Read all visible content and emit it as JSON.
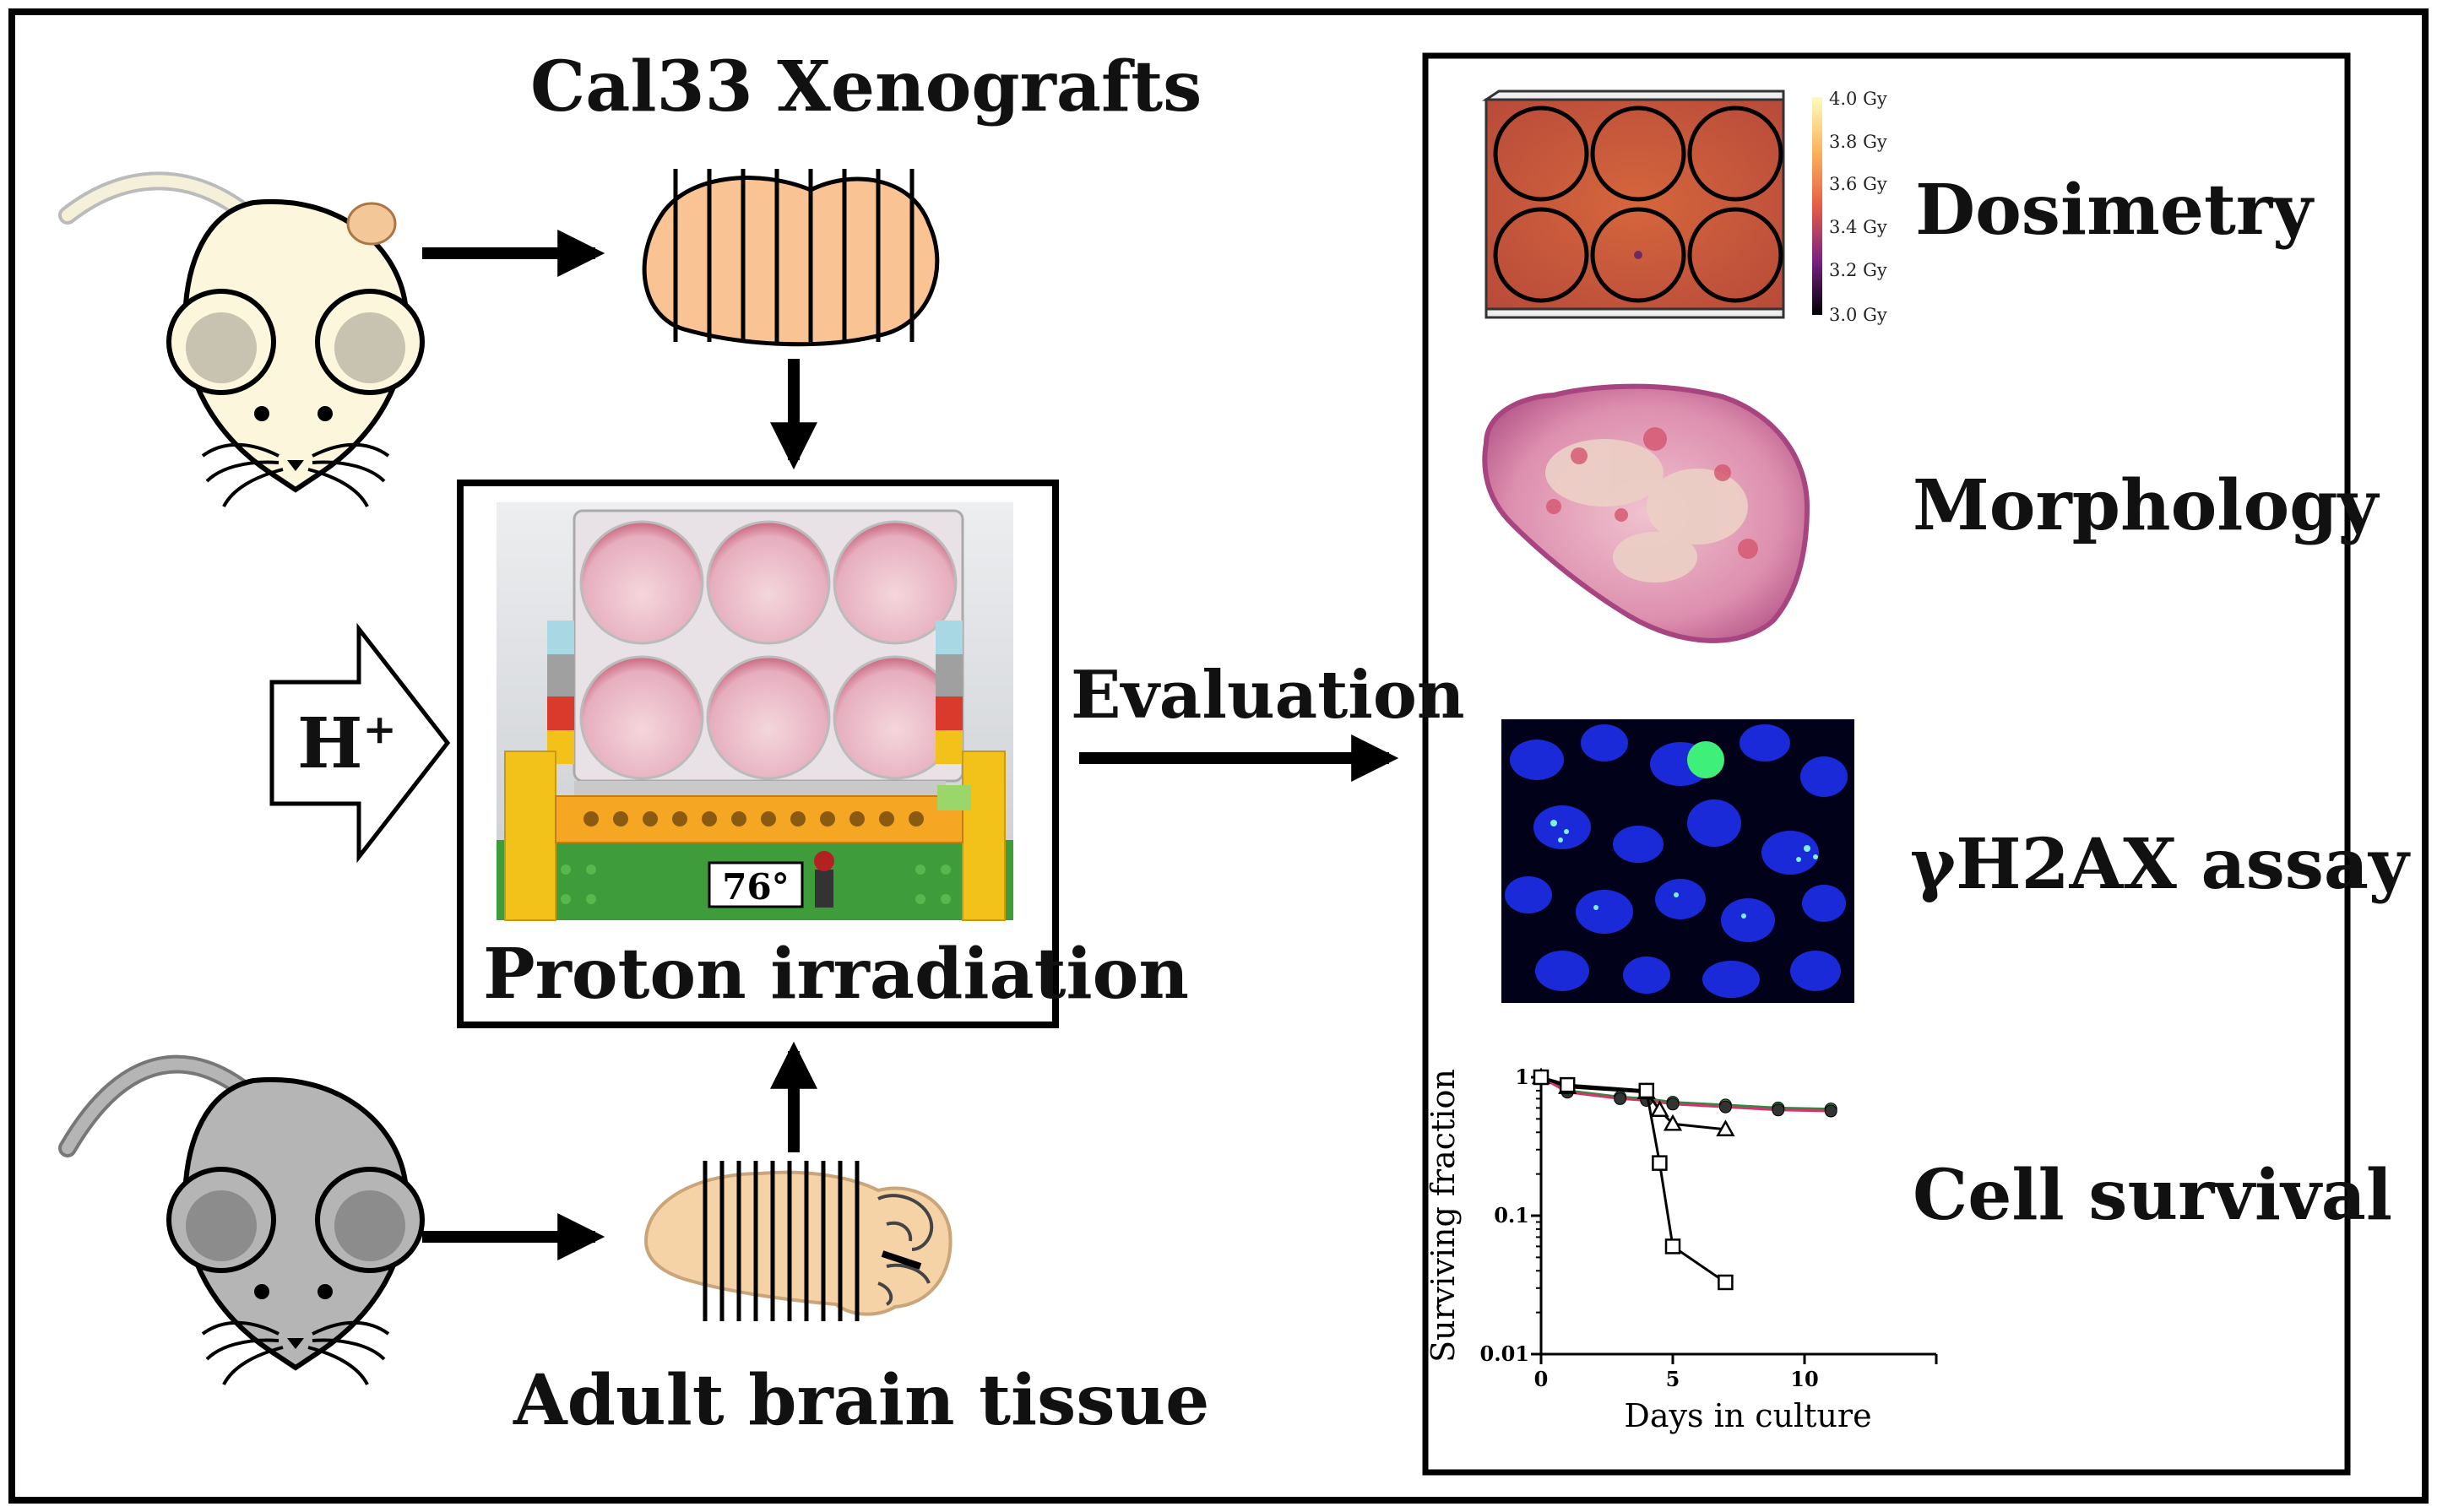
{
  "labels": {
    "xenografts": "Cal33 Xenografts",
    "brain": "Adult brain tissue",
    "proton": "Proton irradiation",
    "evaluation": "Evaluation",
    "hplus_main": "H",
    "hplus_sup": "+",
    "angle": "76°"
  },
  "evaluations": [
    {
      "label": "Dosimetry"
    },
    {
      "label": "Morphology"
    },
    {
      "label": "γH2AX assay"
    },
    {
      "label": "Cell survival"
    }
  ],
  "colorbar": {
    "ticks": [
      "4.0 Gy",
      "3.8 Gy",
      "3.6 Gy",
      "3.4 Gy",
      "3.2 Gy",
      "3.0 Gy"
    ]
  },
  "chart_data": {
    "type": "line",
    "xlabel": "Days in culture",
    "ylabel": "Surviving fraction",
    "xlim": [
      0,
      15
    ],
    "ylim": [
      0.01,
      1
    ],
    "yscale": "log",
    "x_ticks": [
      "0",
      "5",
      "10"
    ],
    "y_ticks": [
      "1",
      "0.1",
      "0.01"
    ],
    "series": [
      {
        "marker": "filled-circle-green",
        "x": [
          0,
          1,
          3,
          4,
          5,
          7,
          9,
          11
        ],
        "y": [
          1.0,
          0.8,
          0.72,
          0.7,
          0.66,
          0.63,
          0.6,
          0.59
        ]
      },
      {
        "marker": "filled-circle-pink",
        "x": [
          0,
          1,
          3,
          4,
          5,
          7,
          9,
          11
        ],
        "y": [
          1.0,
          0.78,
          0.7,
          0.68,
          0.64,
          0.61,
          0.58,
          0.57
        ]
      },
      {
        "marker": "open-triangle",
        "x": [
          0,
          1,
          4,
          4.5,
          5,
          7
        ],
        "y": [
          1.0,
          0.85,
          0.78,
          0.58,
          0.46,
          0.42
        ]
      },
      {
        "marker": "open-square",
        "x": [
          0,
          1,
          4,
          4.5,
          5,
          7
        ],
        "y": [
          1.0,
          0.88,
          0.8,
          0.24,
          0.06,
          0.033
        ]
      }
    ]
  }
}
